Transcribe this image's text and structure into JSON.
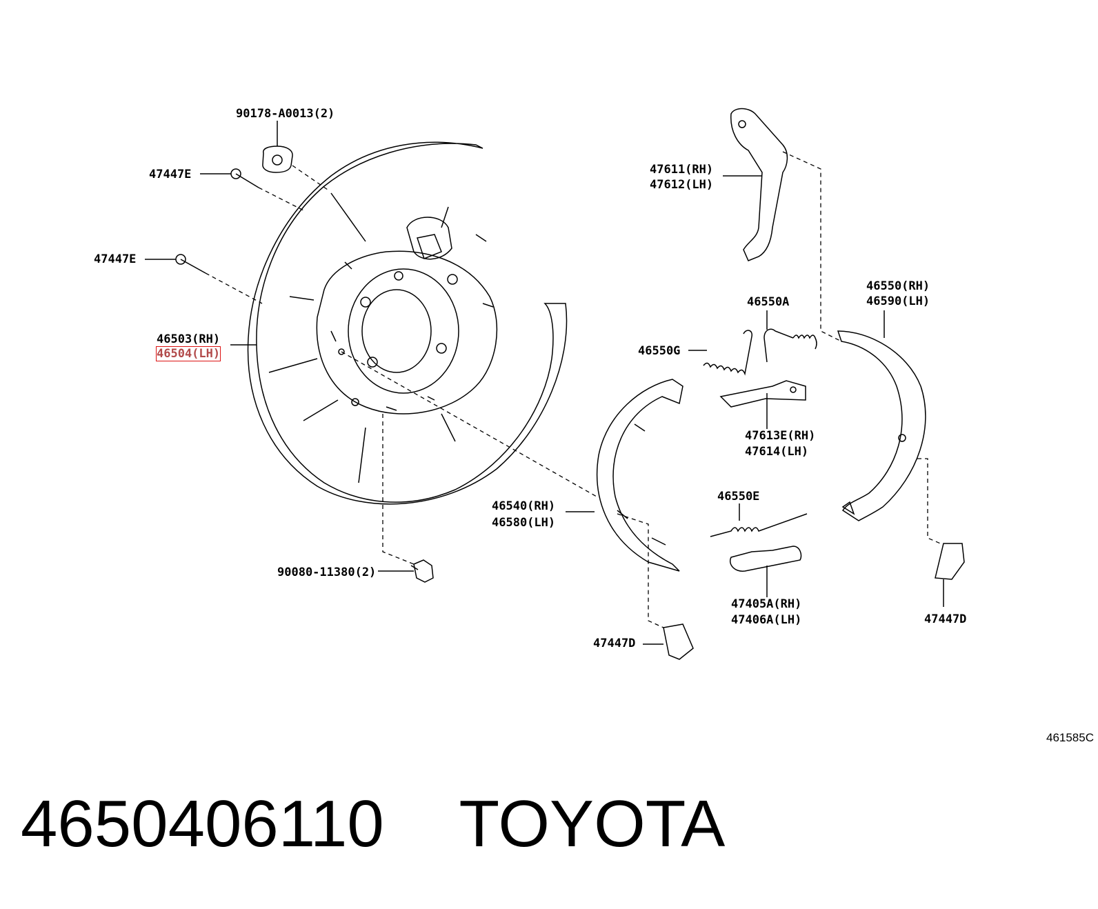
{
  "labels": {
    "bolt_top": "90178-A0013(2)",
    "pin_upper": "47447E",
    "pin_lower": "47447E",
    "plate_rh": "46503(RH)",
    "plate_lh": "46504(LH)",
    "bolt_bottom": "90080-11380(2)",
    "lever_rh": "47611(RH)",
    "lever_lh": "47612(LH)",
    "spring_a": "46550A",
    "spring_g": "46550G",
    "strut_rh": "47613E(RH)",
    "strut_lh": "47614(LH)",
    "shoe_right_rh": "46550(RH)",
    "shoe_right_lh": "46590(LH)",
    "shoe_left_rh": "46540(RH)",
    "shoe_left_lh": "46580(LH)",
    "spring_e": "46550E",
    "adjuster_rh": "47405A(RH)",
    "adjuster_lh": "47406A(LH)",
    "clip_right": "47447D",
    "clip_left": "47447D"
  },
  "diagram_code": "461585C",
  "part_number": "4650406110",
  "brand": "TOYOTA"
}
